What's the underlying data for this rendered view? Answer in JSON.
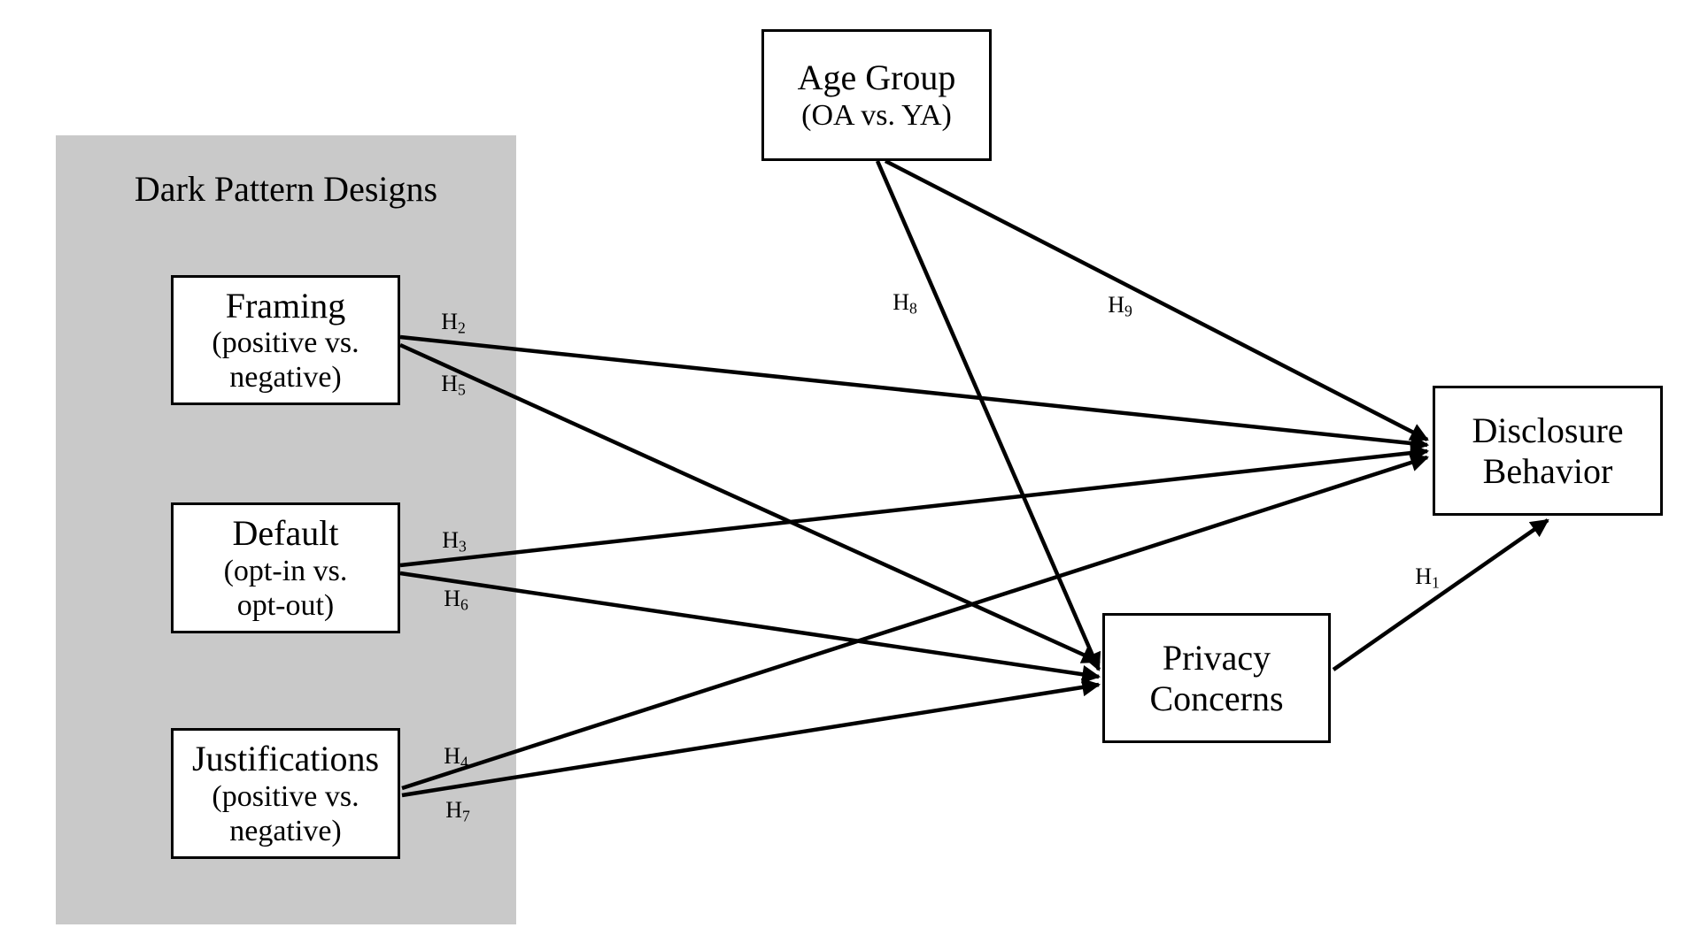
{
  "figure": {
    "panel_title": "Dark Pattern Designs",
    "nodes": [
      {
        "id": "framing",
        "title": "Framing",
        "subtitle_lines": [
          "(positive vs.",
          "negative)"
        ]
      },
      {
        "id": "default",
        "title": "Default",
        "subtitle_lines": [
          "(opt-in vs.",
          "opt-out)"
        ]
      },
      {
        "id": "justifications",
        "title": "Justifications",
        "subtitle_lines": [
          "(positive vs.",
          "negative)"
        ]
      },
      {
        "id": "age-group",
        "title": "Age Group",
        "subtitle_lines": [
          "(OA vs. YA)"
        ]
      },
      {
        "id": "privacy-concerns",
        "title_lines": [
          "Privacy",
          "Concerns"
        ]
      },
      {
        "id": "disclosure-behavior",
        "title_lines": [
          "Disclosure",
          "Behavior"
        ]
      }
    ],
    "edges": [
      {
        "id": "H1",
        "label_base": "H",
        "label_sub": "1",
        "from": "privacy-concerns",
        "to": "disclosure-behavior"
      },
      {
        "id": "H2",
        "label_base": "H",
        "label_sub": "2",
        "from": "framing",
        "to": "disclosure-behavior"
      },
      {
        "id": "H3",
        "label_base": "H",
        "label_sub": "3",
        "from": "default",
        "to": "disclosure-behavior"
      },
      {
        "id": "H4",
        "label_base": "H",
        "label_sub": "4",
        "from": "justifications",
        "to": "disclosure-behavior"
      },
      {
        "id": "H5",
        "label_base": "H",
        "label_sub": "5",
        "from": "framing",
        "to": "privacy-concerns"
      },
      {
        "id": "H6",
        "label_base": "H",
        "label_sub": "6",
        "from": "default",
        "to": "privacy-concerns"
      },
      {
        "id": "H7",
        "label_base": "H",
        "label_sub": "7",
        "from": "justifications",
        "to": "privacy-concerns"
      },
      {
        "id": "H8",
        "label_base": "H",
        "label_sub": "8",
        "from": "age-group",
        "to": "privacy-concerns"
      },
      {
        "id": "H9",
        "label_base": "H",
        "label_sub": "9",
        "from": "age-group",
        "to": "disclosure-behavior"
      }
    ],
    "colors": {
      "panel_bg": "#c9c9c9",
      "box_bg": "#ffffff",
      "box_border": "#000000",
      "line": "#000000",
      "text": "#000000"
    }
  }
}
